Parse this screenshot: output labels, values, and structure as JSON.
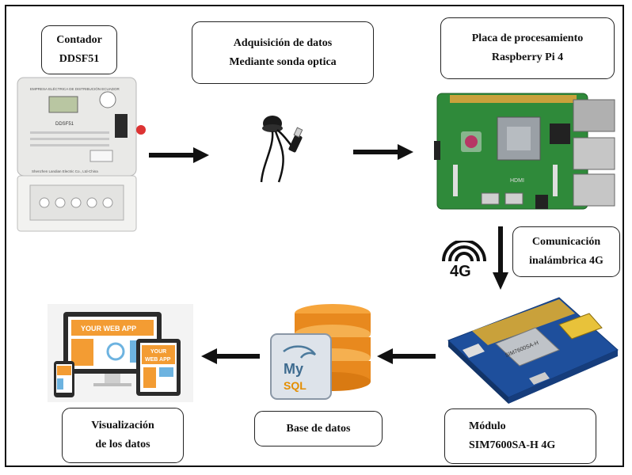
{
  "labels": {
    "meter": [
      "Contador",
      "DDSF51"
    ],
    "acquisition": [
      "Adquisición de datos",
      "Mediante sonda optica"
    ],
    "processing": [
      "Placa de procesamiento",
      "Raspberry Pi 4"
    ],
    "wireless": [
      "Comunicación",
      "inalámbrica 4G"
    ],
    "module": [
      "Módulo",
      "SIM7600SA-H 4G"
    ],
    "database": "Base de datos",
    "visualization": [
      "Visualización",
      "de los datos"
    ]
  },
  "meter_image": {
    "brand_line": "EMPRESA ELÉCTRICA DE DISTRIBUCIÓN ECUADOR",
    "model": "DDSF51",
    "maker": "Shenzhen Landian Electric Co., Ltd-China"
  },
  "network_badge": "4G",
  "mysql_logo": [
    "My",
    "SQL"
  ],
  "webapp_screens": {
    "desktop": "YOUR WEB APP",
    "tablet_line1": "YOUR",
    "tablet_line2": "WEB APP"
  },
  "board_text": {
    "rpi_hdmi": "HDMI",
    "hat": "SIM7600SA-H"
  },
  "colors": {
    "arrow": "#111111",
    "rpi_green": "#2f8a3a",
    "hat_blue": "#1e4f9c",
    "db_orange": "#e8891e",
    "webapp_orange": "#f39c33"
  }
}
